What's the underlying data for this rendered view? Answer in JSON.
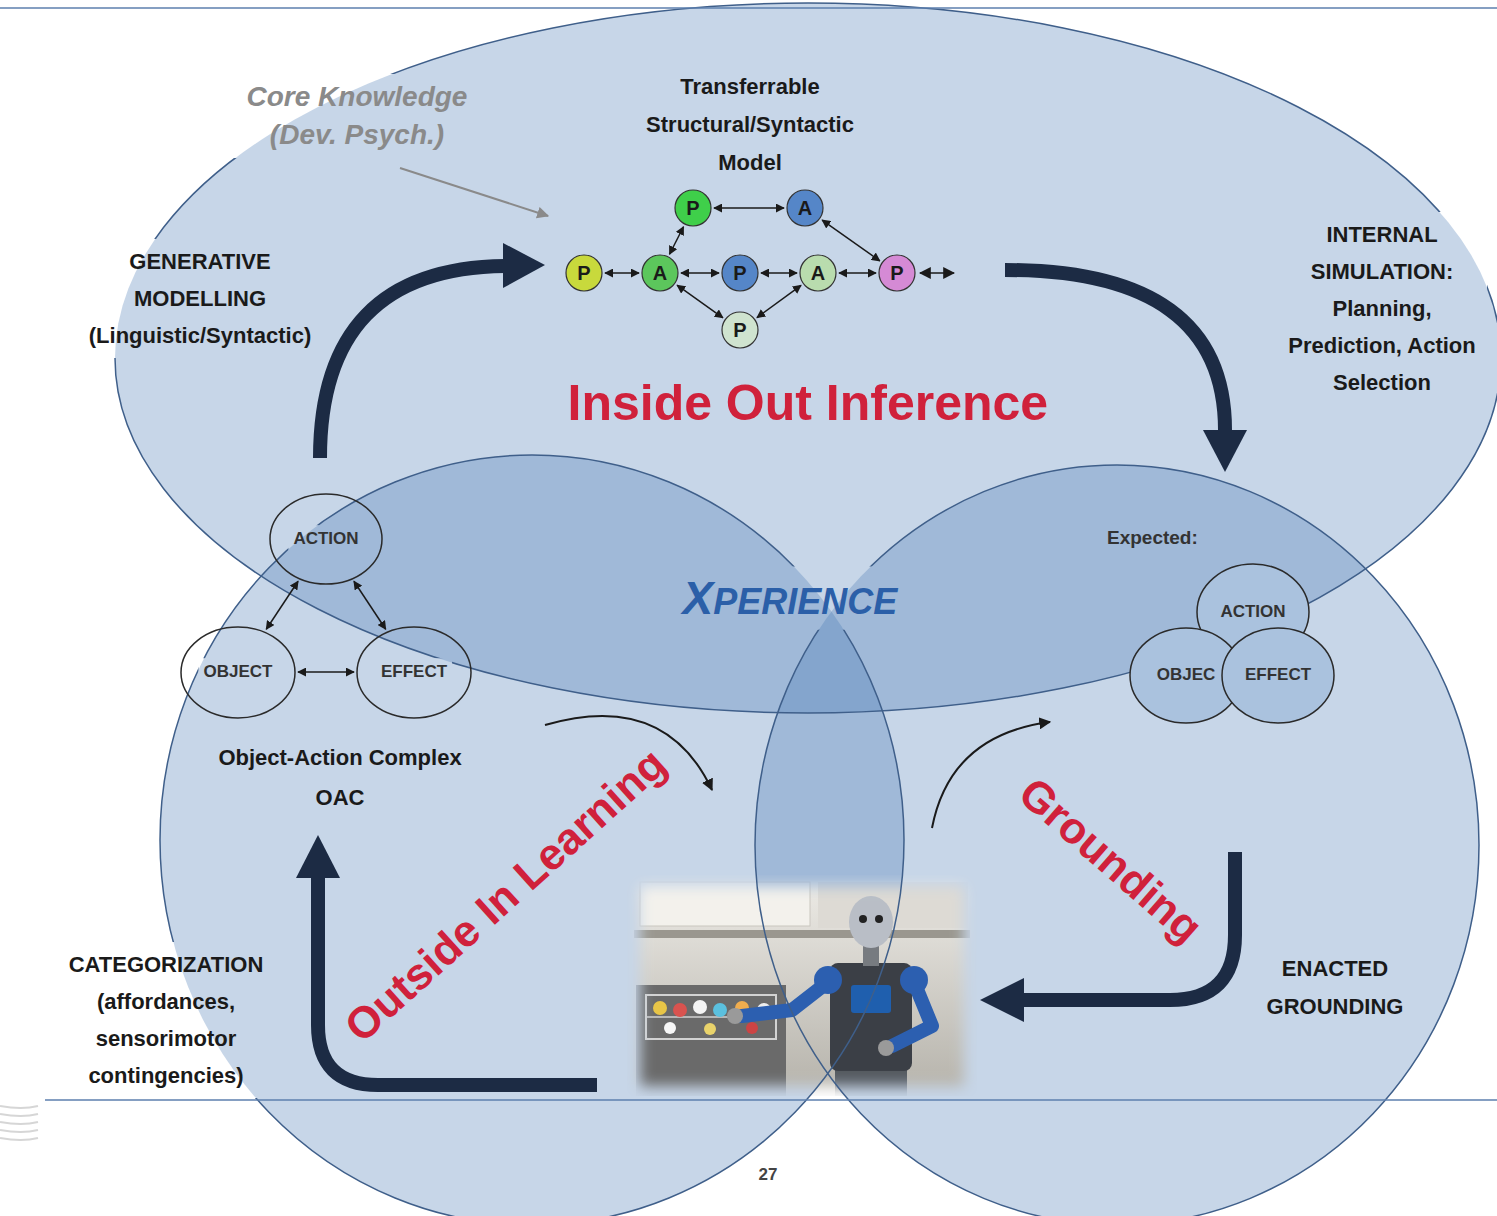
{
  "diagram": {
    "nodes": [
      {
        "text": [
          "P"
        ]
      },
      {
        "text": [
          "A"
        ]
      },
      {
        "text": [
          "P"
        ]
      },
      {
        "text": [
          "A"
        ]
      },
      {
        "text": [
          "P"
        ]
      },
      {
        "text": [
          "A"
        ]
      },
      {
        "text": [
          "P"
        ]
      },
      {
        "text": [
          "P"
        ]
      },
      {
        "text": [
          "ACTION"
        ]
      },
      {
        "text": [
          "OBJECT"
        ]
      },
      {
        "text": [
          "EFFECT"
        ]
      },
      {
        "text": [
          "ACTION"
        ]
      },
      {
        "text": [
          "OBJEC"
        ]
      },
      {
        "text": [
          "EFFECT"
        ]
      }
    ],
    "edges": [
      {
        "from": 0,
        "to": 1,
        "arrow": "both"
      },
      {
        "from": 3,
        "to": 0,
        "arrow": "both"
      },
      {
        "from": 1,
        "to": 6,
        "arrow": "both"
      },
      {
        "from": 2,
        "to": 3,
        "arrow": "both"
      },
      {
        "from": 3,
        "to": 4,
        "arrow": "both"
      },
      {
        "from": 4,
        "to": 5,
        "arrow": "both"
      },
      {
        "from": 5,
        "to": 6,
        "arrow": "both"
      },
      {
        "from": 3,
        "to": 7,
        "arrow": "both"
      },
      {
        "from": 7,
        "to": 5,
        "arrow": "both"
      },
      {
        "from": 8,
        "to": 9,
        "arrow": "both"
      },
      {
        "from": 8,
        "to": 10,
        "arrow": "both"
      },
      {
        "from": 9,
        "to": 10,
        "arrow": "both"
      }
    ],
    "labels": [
      "Core Knowledge (Dev. Psych.)",
      "Transferrable Structural/Syntactic Model",
      "GENERATIVE MODELLING (Linguistic/Syntactic)",
      "INTERNAL SIMULATION: Planning, Prediction, Action Selection",
      "Inside Out Inference",
      "XPERIENCE",
      "Expected:",
      "Object-Action Complex OAC",
      "Outside In Learning",
      "Grounding",
      "CATEGORIZATION (affordances, sensorimotor contingencies)",
      "ENACTED GROUNDING",
      "27"
    ]
  }
}
